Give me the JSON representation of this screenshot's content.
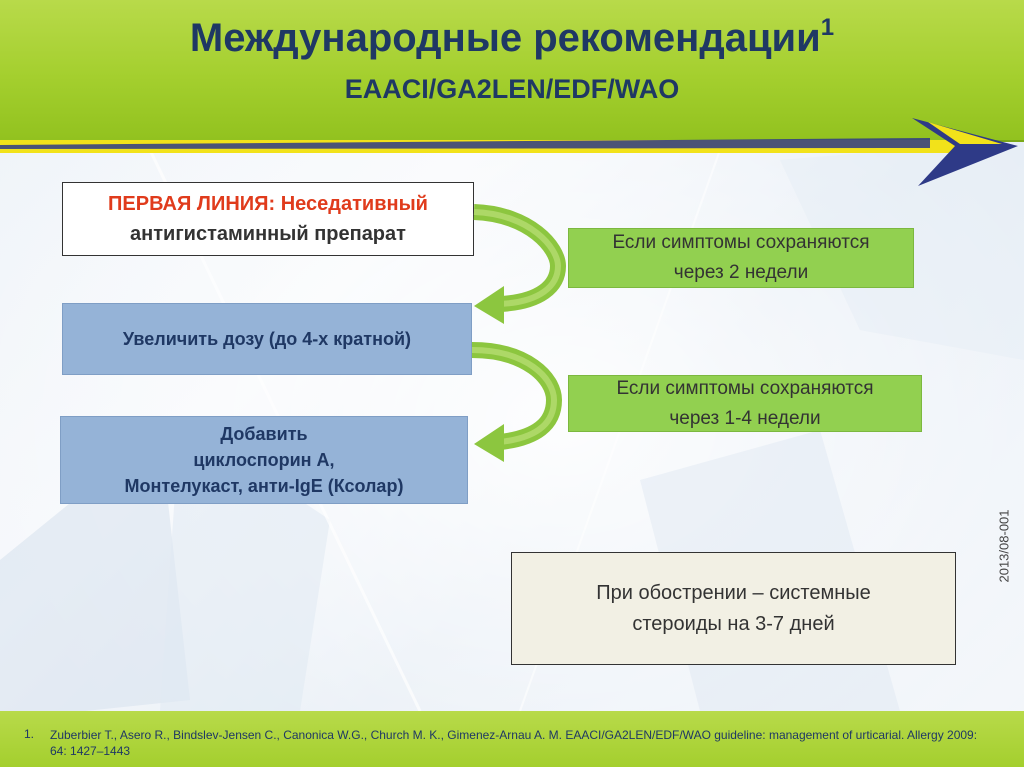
{
  "header": {
    "title": "Международные рекомендации",
    "title_sup": "1",
    "subtitle": "EAACI/GA2LEN/EDF/WAO"
  },
  "diagram": {
    "first_line": {
      "line1": "ПЕРВАЯ ЛИНИЯ: Неседативный",
      "line2": "антигистаминный препарат"
    },
    "increase_dose": "Увеличить дозу (до 4-х кратной)",
    "add": {
      "line1": "Добавить",
      "line2": "циклоспорин А,",
      "line3": "Монтелукаст, анти-IgE (Ксолар)"
    },
    "condition_1": {
      "line1": "Если симптомы сохраняются",
      "line2": "через 2 недели"
    },
    "condition_2": {
      "line1": "Если симптомы сохраняются",
      "line2": "через 1-4 недели"
    },
    "exacerbation": {
      "line1": "При обострении – системные",
      "line2": "стероиды на 3-7 дней"
    }
  },
  "side_code": "2013/08-001",
  "footer": {
    "number": "1.",
    "reference": "Zuberbier T., Asero R., Bindslev-Jensen C., Canonica W.G., Church M. K., Gimenez-Arnau A. M. EAACI/GA2LEN/EDF/WAO guideline: management of urticarial. Allergy 2009: 64: 1427–1443"
  },
  "colors": {
    "header_green": "#a4cf2e",
    "title_navy": "#1f3864",
    "first_line_red": "#e03b1c",
    "box_blue": "#95b3d7",
    "box_green": "#92d050",
    "arrow_green": "#8cc63f",
    "band_yellow": "#f2e21a",
    "band_navy": "#2e3a87"
  }
}
